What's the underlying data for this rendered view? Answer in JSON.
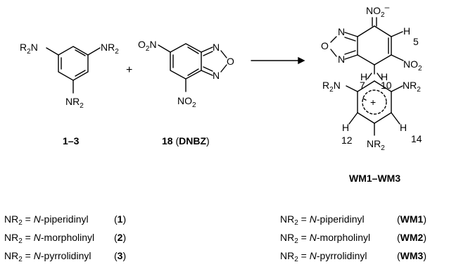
{
  "reaction": {
    "reactant1": {
      "sub_group": "NR",
      "sub_index": "2",
      "label": "1–3"
    },
    "plus": "+",
    "reactant2": {
      "nitro": "O2N",
      "nitro_b": "NO2",
      "ring_n": "N",
      "ring_o": "O",
      "label_num": "18",
      "label_abbr": "DNBZ"
    },
    "product": {
      "nitronate": "NO2–",
      "nitro": "NO2",
      "ring_n": "N",
      "ring_o": "O",
      "h": "H",
      "charge": "+",
      "positions": {
        "p5": "5",
        "p7": "7",
        "p10": "10",
        "p12": "12",
        "p14": "14"
      },
      "label": "WM1–WM3"
    }
  },
  "legend": {
    "left": [
      {
        "sub": "N-piperidinyl",
        "num": "1"
      },
      {
        "sub": "N-morpholinyl",
        "num": "2"
      },
      {
        "sub": "N-pyrrolidinyl",
        "num": "3"
      }
    ],
    "right": [
      {
        "sub": "N-piperidinyl",
        "num": "WM1"
      },
      {
        "sub": "N-morpholinyl",
        "num": "WM2"
      },
      {
        "sub": "N-pyrrolidinyl",
        "num": "WM3"
      }
    ]
  }
}
